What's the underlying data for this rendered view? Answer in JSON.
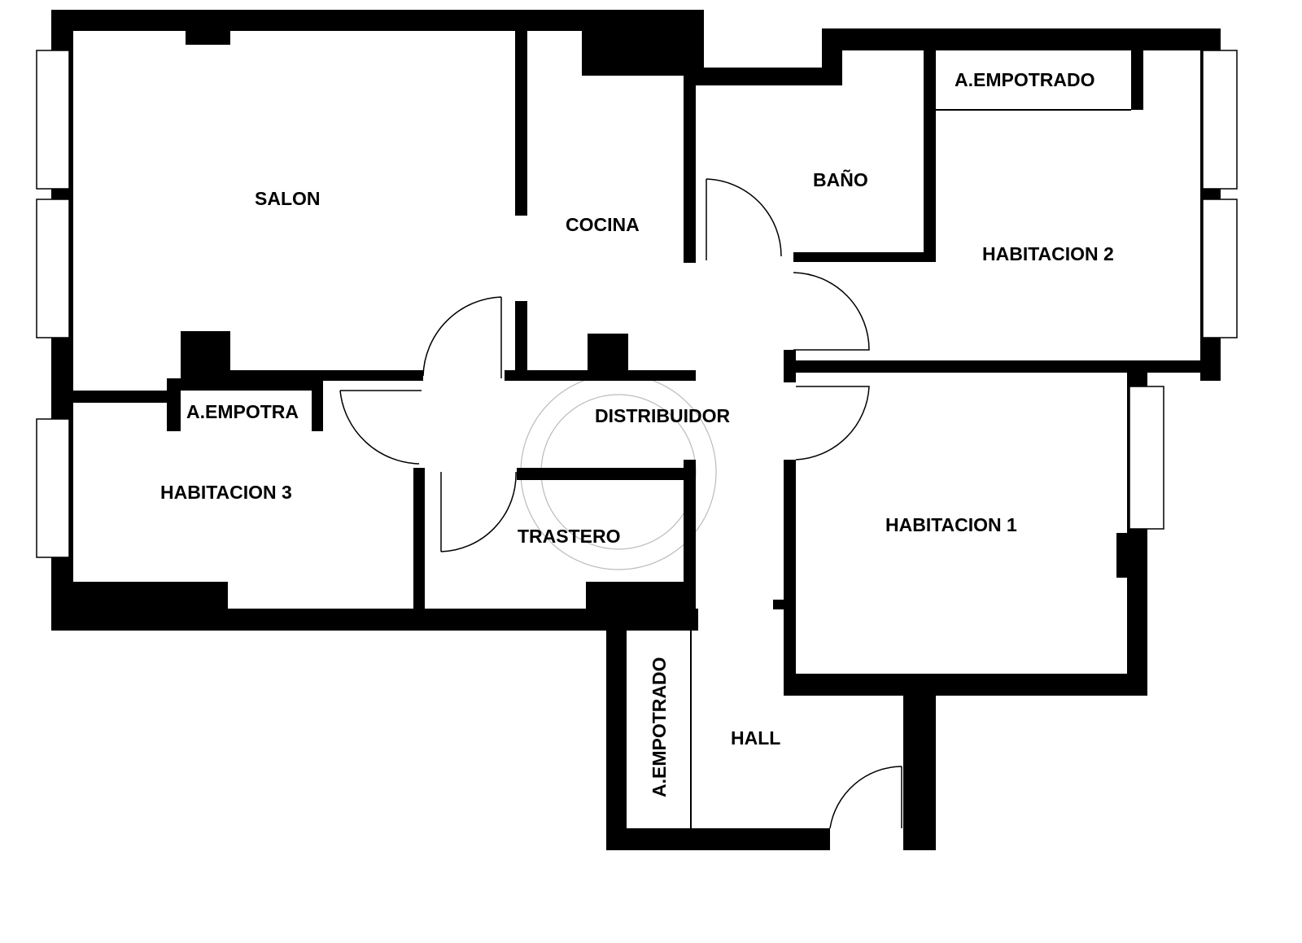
{
  "rooms": {
    "salon": "SALON",
    "cocina": "COCINA",
    "bano": "BAÑO",
    "empotrado_top": "A.EMPOTRADO",
    "habitacion2": "HABITACION 2",
    "empotra": "A.EMPOTRA",
    "distribuidor": "DISTRIBUIDOR",
    "habitacion3": "HABITACION 3",
    "trastero": "TRASTERO",
    "habitacion1": "HABITACION 1",
    "empotrado_hall": "A.EMPOTRADO",
    "hall": "HALL"
  },
  "colors": {
    "wall": "#000000",
    "background": "#ffffff"
  }
}
